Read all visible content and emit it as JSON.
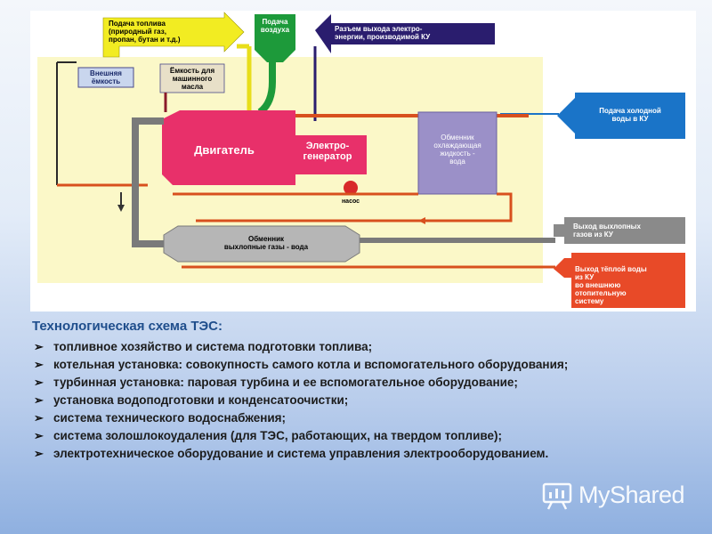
{
  "diagram": {
    "fuel_supply": "Подача топлива\n(природный газ,\nпропан, бутан и т.д.)",
    "air_supply": "Подача\nвоздуха",
    "power_output": "Разъем выхода электро-\nэнергии, производимой КУ",
    "external_tank": "Внешняя\nёмкость",
    "oil_tank": "Ёмкость для\nмашинного\nмасла",
    "engine": "Двигатель",
    "generator": "Электро-\nгенератор",
    "pump": "насос",
    "coolant_exchanger": "Обменник\nохлаждающая\nжидкость -\nвода",
    "exhaust_exchanger": "Обменник\nвыхлопные газы - вода",
    "cold_water_in": "Подача холодной\nводы в КУ",
    "exhaust_out": "Выход выхлопных\nгазов из КУ",
    "warm_water_out": "Выход тёплой воды\nиз КУ\nво внешнюю\nотопительную\nсистему"
  },
  "caption": {
    "title": "Технологическая  схема ТЭС:",
    "items": [
      "топливное хозяйство и система подготовки топлива;",
      "котельная установка: совокупность самого котла и вспомогательного оборудования;",
      "турбинная установка: паровая турбина и ее вспомогательное оборудование;",
      "установка водоподготовки и конденсатоочистки;",
      "система технического водоснабжения;",
      "система золошлокоудаления (для ТЭС, работающих, на твердом топливе);",
      "электротехническое оборудование и система управления электрооборудованием."
    ]
  },
  "watermark": {
    "text": "MyShared"
  },
  "colors": {
    "background_panel": "#fbf8c8",
    "engine": "#e8306a",
    "coolant": "#9b90c8",
    "cold_water": "#1a74c8",
    "exhaust": "#888888",
    "warm_water": "#e84a28",
    "title": "#1f4e8c"
  }
}
